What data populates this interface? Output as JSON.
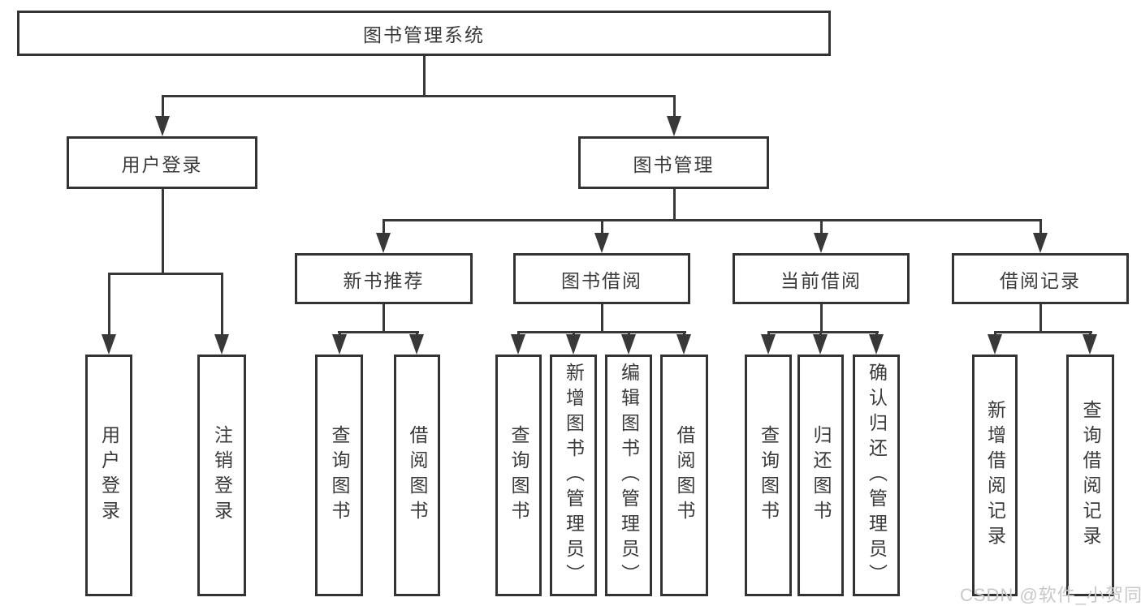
{
  "tree": {
    "label": "图书管理系统",
    "children": [
      {
        "label": "用户登录",
        "children": [
          {
            "label": "用户登录"
          },
          {
            "label": "注销登录"
          }
        ]
      },
      {
        "label": "图书管理",
        "children": [
          {
            "label": "新书推荐",
            "children": [
              {
                "label": "查询图书"
              },
              {
                "label": "借阅图书"
              }
            ]
          },
          {
            "label": "图书借阅",
            "children": [
              {
                "label": "查询图书"
              },
              {
                "label": "新增图书（管理员）"
              },
              {
                "label": "编辑图书（管理员）"
              },
              {
                "label": "借阅图书"
              }
            ]
          },
          {
            "label": "当前借阅",
            "children": [
              {
                "label": "查询图书"
              },
              {
                "label": "归还图书"
              },
              {
                "label": "确认归还（管理员）"
              }
            ]
          },
          {
            "label": "借阅记录",
            "children": [
              {
                "label": "新增借阅记录"
              },
              {
                "label": "查询借阅记录"
              }
            ]
          }
        ]
      }
    ]
  },
  "watermark": {
    "text": "CSDN @软件_小贺同学"
  },
  "colors": {
    "line": "#383838",
    "box_border": "#333333",
    "text": "#3a3a3a",
    "watermark": "#c8c8c8",
    "background": "#ffffff"
  }
}
